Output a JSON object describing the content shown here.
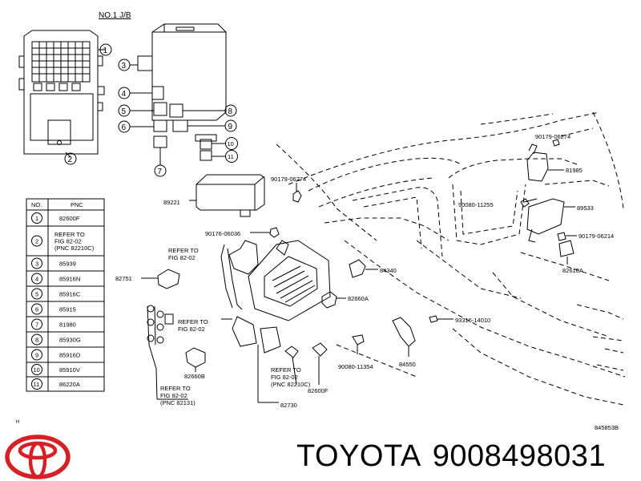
{
  "header": {
    "jb_title": "NO.1 J/B"
  },
  "legend": {
    "col_no": "NO.",
    "col_pnc": "PNC",
    "rows": [
      {
        "no": "1",
        "pnc": [
          "82600F"
        ]
      },
      {
        "no": "2",
        "pnc": [
          "REFER TO",
          "FIG 82-02",
          "(PNC 82210C)"
        ]
      },
      {
        "no": "3",
        "pnc": [
          "85939"
        ]
      },
      {
        "no": "4",
        "pnc": [
          "85916N"
        ]
      },
      {
        "no": "5",
        "pnc": [
          "85916C"
        ]
      },
      {
        "no": "6",
        "pnc": [
          "85915"
        ]
      },
      {
        "no": "7",
        "pnc": [
          "81980"
        ]
      },
      {
        "no": "8",
        "pnc": [
          "85930G"
        ]
      },
      {
        "no": "9",
        "pnc": [
          "85916D"
        ]
      },
      {
        "no": "10",
        "pnc": [
          "85910V"
        ]
      },
      {
        "no": "11",
        "pnc": [
          "86220A"
        ]
      }
    ]
  },
  "callouts": {
    "c89221": "89221",
    "c90179_a": "90179-06274",
    "c90176": "90176-06036",
    "c90179_b": "90179-06274",
    "c81985": "81985",
    "c90080_a": "90080-11255",
    "c89533": "89533",
    "c90179_c": "90179-06214",
    "c82610a": "82610A",
    "c82751": "82751",
    "c84340": "84340",
    "c82660a": "82660A",
    "c93316": "93316-14010",
    "c90080_b": "90080-11354",
    "c84550": "84550",
    "c82660b": "82660B",
    "c82600f": "82600F",
    "c82730": "82730",
    "c845853b": "845853B",
    "small_h": "H"
  },
  "refer_notes": {
    "r1": [
      "REFER TO",
      "FIG 82-02"
    ],
    "r2": [
      "REFER TO",
      "FIG 82-02"
    ],
    "r3": [
      "REFER TO",
      "FIG 82-02",
      "(PNC 82210C)"
    ],
    "r4": [
      "REFER TO",
      "FIG 82-02",
      "(PNC 82131)"
    ]
  },
  "brand": {
    "name": "TOYOTA",
    "part_number": "9008498031"
  },
  "colors": {
    "line": "#000000",
    "logo": "#d71f26",
    "background": "#ffffff"
  }
}
